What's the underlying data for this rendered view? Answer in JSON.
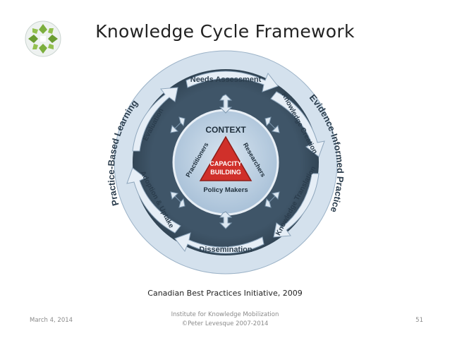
{
  "slide": {
    "title": "Knowledge Cycle Framework",
    "caption": "Canadian Best Practices Initiative, 2009",
    "footer_date": "March 4, 2014",
    "footer_line1": "Institute for Knowledge Mobilization",
    "footer_line2": "©Peter Levesque 2007-2014",
    "page_number": "51"
  },
  "diagram": {
    "outer_left": "Practice-Based Learning",
    "outer_right": "Evidence-Informed Practice",
    "cycle": [
      "Needs Assessment",
      "Knowledge Creation",
      "Knowledge Translation",
      "Dissemination",
      "Adoption & Uptake",
      "Evaluation"
    ],
    "context": "CONTEXT",
    "practitioners": "Practitioners",
    "researchers": "Researchers",
    "capacity_line1": "CAPACITY",
    "capacity_line2": "BUILDING",
    "policy_makers": "Policy Makers"
  },
  "colors": {
    "ring_dark": "#3f5568",
    "ring_light": "#c6d6e6",
    "inner_circle": "#b8cde0",
    "triangle": "#d0302a",
    "arrow_fill": "#dde8f2",
    "logo_green": "#7cae3d"
  }
}
